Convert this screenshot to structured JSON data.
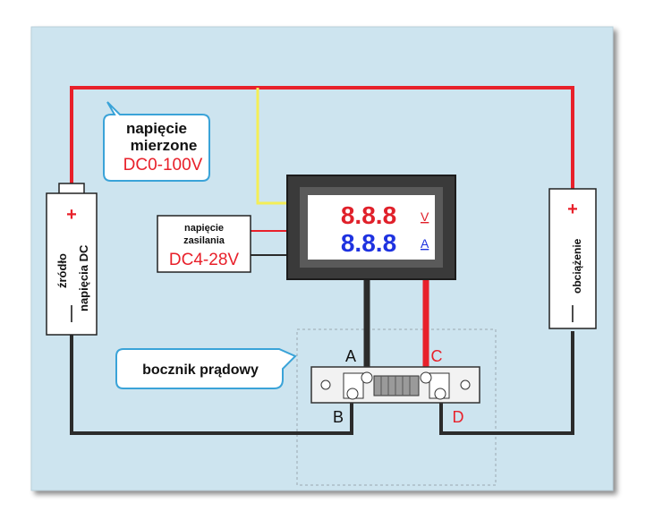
{
  "callout_measured": {
    "line1": "napięcie",
    "line2": "mierzone",
    "range": "DC0-100V"
  },
  "supply_box": {
    "line1": "napięcie",
    "line2": "zasilania",
    "range": "DC4-28V"
  },
  "source_battery": {
    "line1": "źródło",
    "line2": "napięcia DC",
    "plus": "+",
    "minus": "|"
  },
  "load_battery": {
    "label": "obciążenie",
    "plus": "+",
    "minus": "|"
  },
  "meter": {
    "volt_digits": "8.8.8",
    "volt_unit": "V",
    "amp_digits": "8.8.8",
    "amp_unit": "A"
  },
  "shunt_callout": {
    "label": "bocznik prądowy"
  },
  "terminals": {
    "a": "A",
    "b": "B",
    "c": "C",
    "d": "D"
  },
  "colors": {
    "background": "#cde4ef",
    "wire_red": "#e8202a",
    "wire_black": "#2b2b2b",
    "wire_yellow": "#f4ee56",
    "digits_red": "#e0202a",
    "digits_blue": "#1e32e0",
    "callout_fill": "#ffffff",
    "callout_stroke": "#3aa3d8"
  }
}
